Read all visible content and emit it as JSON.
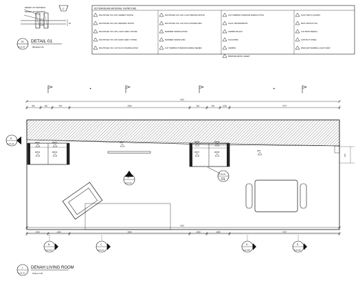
{
  "detail": {
    "note_top": "REFER LIST MATERIAL",
    "note_bottom": "REFER LIST MATERIAL",
    "callout_num": "C",
    "bubble_top": "01",
    "bubble_bottom": "A.01.04",
    "title": "DETAIL 01",
    "scale": "SKALA 1:5"
  },
  "legend": {
    "title": "KETERANGAN MATERIAL FURNITURE",
    "columns": [
      [
        "MULTIPLEK FIN. HPL CEMENT FINISH",
        "MULTIPLEK FIN. HPL SERAMIC WOOD",
        "MULTIPLEK FIN. HPL LIGHT GREY STONE",
        "MULTIPLEK FIN. HPL DARK GREY STONE",
        "MULTIPLEK FIN. CAT DUCO WARNA HITAM"
      ],
      [
        "MULTIPLEK FIN. HPL LIGHT BROWN WOOD",
        "MULTIPLEK FIN. CAT DUCO WARNA ABU",
        "MARMER WARNA HITAM",
        "MARMER WARNA ABU",
        "CAT TEMBOK INTERIOR WARNA HITAM"
      ],
      [
        "MULTIPLEK FIN. CAT DUCO WARNA PUTIH",
        "MULTIPLEK FIN. CAT DUCO WARNA ABU",
        "",
        "",
        "CAT TEMBOK INTERIOR WARNA SEMEN"
      ],
      [
        "CAT TEMBOK INTERIOR WARNA PUTIH",
        "KACA TRANSPARANT",
        "CERMIN BLACK",
        "KACA RIBU",
        "CERMIN",
        "BRONZE METAL SHEET"
      ],
      [
        "KULIT BATU QUARTZ",
        "BATU BATA PUTIH",
        "CAT BATA MERAH",
        "CONTACT STEEL",
        "PARQUET MARBLE LIGHT GREY"
      ]
    ]
  },
  "plan": {
    "dim_top": [
      "400",
      "400",
      "440",
      "2900",
      "300",
      "400",
      "1000",
      "3737"
    ],
    "dim_top_total": "7957",
    "dim_bottom": [
      "1420",
      "1000",
      "3000",
      "1000",
      "1850",
      "3727"
    ],
    "dim_bottom_total": "7957",
    "section_marks": {
      "A_left": {
        "letter": "A",
        "ref": "A.01.02"
      },
      "A_center": {
        "letter": "A",
        "ref": "A.01.02"
      },
      "A_right": {
        "letter": "A",
        "ref": "A.01.02"
      },
      "B": {
        "letter": "B",
        "ref": "A.01.03"
      },
      "C": {
        "letter": "C",
        "ref": "A.01.04"
      },
      "D": {
        "letter": "D",
        "ref": "A.01.05"
      },
      "E": {
        "letter": "E",
        "ref": "A.01.06"
      }
    },
    "detail_callout": {
      "ref": "A.01.01",
      "num": "01"
    },
    "material_tags": [
      "MP01",
      "MP02",
      "MP03",
      "MP04",
      "HP1",
      "MP05",
      "MP06",
      "MP07",
      "MP08",
      "HP1"
    ],
    "title": "DENAH LIVING ROOM",
    "scale": "SKALA 1:50",
    "title_bubble": "1",
    "title_bubble_ref": "A.01.01"
  }
}
